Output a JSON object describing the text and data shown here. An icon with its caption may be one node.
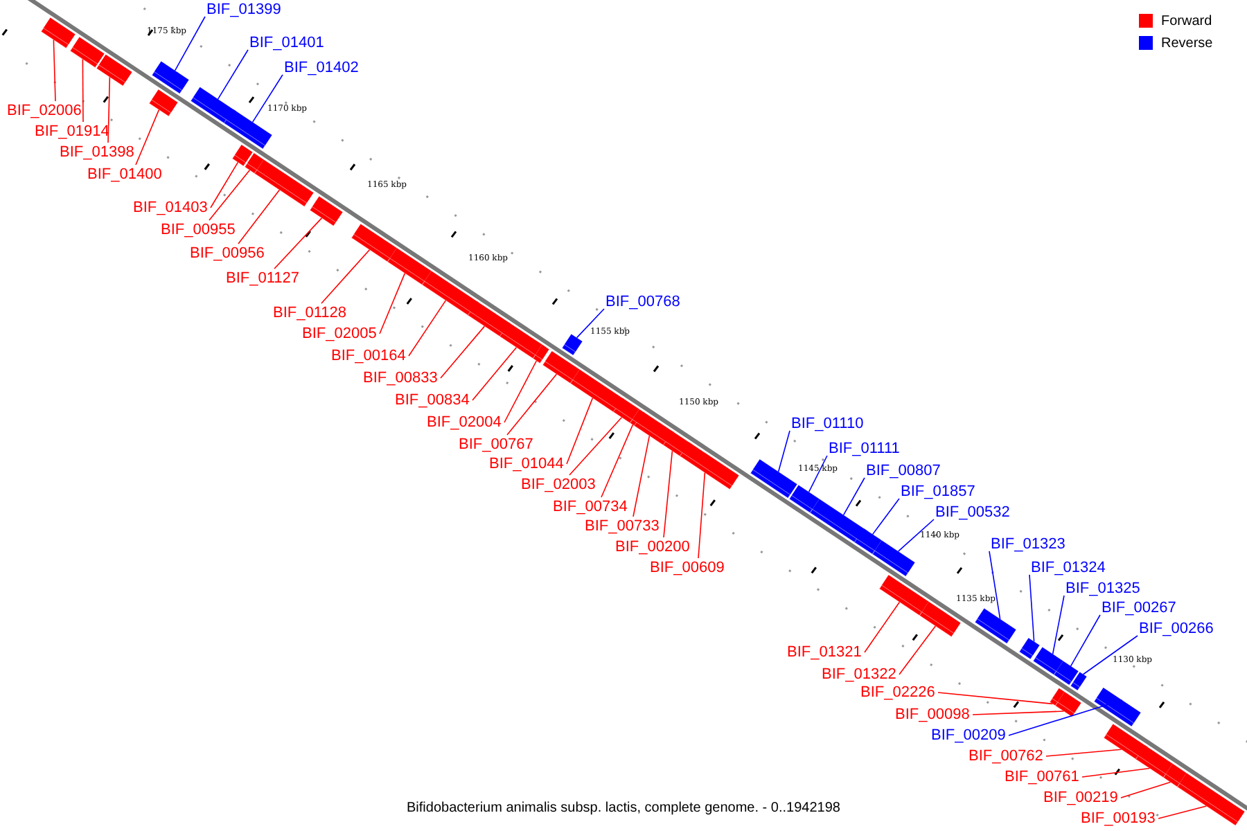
{
  "diagram": {
    "caption": "Bifidobacterium animalis subsp. lactis, complete genome. - 0..1942198",
    "nodes": [
      {
        "text": [
          "BIF_01399"
        ]
      },
      {
        "text": [
          "BIF_01401"
        ]
      },
      {
        "text": [
          "BIF_01402"
        ]
      },
      {
        "text": [
          "BIF_02006"
        ]
      },
      {
        "text": [
          "BIF_01914"
        ]
      },
      {
        "text": [
          "BIF_01398"
        ]
      },
      {
        "text": [
          "BIF_01400"
        ]
      },
      {
        "text": [
          "BIF_01403"
        ]
      },
      {
        "text": [
          "BIF_00955"
        ]
      },
      {
        "text": [
          "BIF_00956"
        ]
      },
      {
        "text": [
          "BIF_01127"
        ]
      },
      {
        "text": [
          "BIF_00768"
        ]
      },
      {
        "text": [
          "BIF_01128"
        ]
      },
      {
        "text": [
          "BIF_02005"
        ]
      },
      {
        "text": [
          "BIF_00164"
        ]
      },
      {
        "text": [
          "BIF_00833"
        ]
      },
      {
        "text": [
          "BIF_00834"
        ]
      },
      {
        "text": [
          "BIF_02004"
        ]
      },
      {
        "text": [
          "BIF_01110"
        ]
      },
      {
        "text": [
          "BIF_00767"
        ]
      },
      {
        "text": [
          "BIF_01111"
        ]
      },
      {
        "text": [
          "BIF_01044"
        ]
      },
      {
        "text": [
          "BIF_00807"
        ]
      },
      {
        "text": [
          "BIF_02003"
        ]
      },
      {
        "text": [
          "BIF_01857"
        ]
      },
      {
        "text": [
          "BIF_00734"
        ]
      },
      {
        "text": [
          "BIF_00532"
        ]
      },
      {
        "text": [
          "BIF_00733"
        ]
      },
      {
        "text": [
          "BIF_01323"
        ]
      },
      {
        "text": [
          "BIF_00200"
        ]
      },
      {
        "text": [
          "BIF_00609"
        ]
      },
      {
        "text": [
          "BIF_01324"
        ]
      },
      {
        "text": [
          "BIF_01325"
        ]
      },
      {
        "text": [
          "BIF_00267"
        ]
      },
      {
        "text": [
          "BIF_00266"
        ]
      },
      {
        "text": [
          "BIF_01321"
        ]
      },
      {
        "text": [
          "BIF_01322"
        ]
      },
      {
        "text": [
          "BIF_02226"
        ]
      },
      {
        "text": [
          "BIF_00098"
        ]
      },
      {
        "text": [
          "BIF_00209"
        ]
      },
      {
        "text": [
          "BIF_00762"
        ]
      },
      {
        "text": [
          "BIF_00761"
        ]
      },
      {
        "text": [
          "BIF_00219"
        ]
      },
      {
        "text": [
          "BIF_00193"
        ]
      },
      {
        "text": [],
        "shape": "bar"
      },
      {
        "text": [],
        "shape": "bar"
      },
      {
        "text": [],
        "shape": "bar"
      },
      {
        "text": [],
        "shape": "bar"
      },
      {
        "text": [],
        "shape": "bar"
      },
      {
        "text": [],
        "shape": "bar"
      },
      {
        "text": [],
        "shape": "bar"
      },
      {
        "text": [],
        "shape": "bar"
      },
      {
        "text": [],
        "shape": "bar"
      },
      {
        "text": [],
        "shape": "bar"
      },
      {
        "text": [],
        "shape": "bar"
      },
      {
        "text": [],
        "shape": "bar"
      },
      {
        "text": [],
        "shape": "bar"
      },
      {
        "text": [],
        "shape": "bar"
      },
      {
        "text": [],
        "shape": "bar"
      },
      {
        "text": [],
        "shape": "bar"
      },
      {
        "text": [],
        "shape": "bar"
      },
      {
        "text": [],
        "shape": "bar"
      },
      {
        "text": [],
        "shape": "bar"
      },
      {
        "text": [],
        "shape": "bar"
      },
      {
        "text": [],
        "shape": "bar"
      },
      {
        "text": [],
        "shape": "bar"
      },
      {
        "text": [],
        "shape": "bar"
      },
      {
        "text": [],
        "shape": "bar"
      },
      {
        "text": [],
        "shape": "bar"
      },
      {
        "text": [],
        "shape": "bar"
      },
      {
        "text": [],
        "shape": "bar"
      },
      {
        "text": [],
        "shape": "bar"
      },
      {
        "text": [],
        "shape": "bar"
      },
      {
        "text": [],
        "shape": "bar"
      },
      {
        "text": [],
        "shape": "bar"
      },
      {
        "text": [],
        "shape": "bar"
      },
      {
        "text": [],
        "shape": "bar"
      },
      {
        "text": [],
        "shape": "bar"
      },
      {
        "text": [],
        "shape": "bar"
      },
      {
        "text": [],
        "shape": "bar"
      },
      {
        "text": [],
        "shape": "bar"
      },
      {
        "text": [],
        "shape": "bar"
      },
      {
        "text": [],
        "shape": "bar"
      },
      {
        "text": [],
        "shape": "bar"
      },
      {
        "text": [],
        "shape": "bar"
      },
      {
        "text": [],
        "shape": "bar"
      },
      {
        "text": [],
        "shape": "bar"
      },
      {
        "text": [],
        "shape": "bar"
      }
    ],
    "edges": [
      {
        "from": 0,
        "to": 44,
        "arrow": "none",
        "color": "#0000ff"
      },
      {
        "from": 1,
        "to": 45,
        "arrow": "none",
        "color": "#0000ff"
      },
      {
        "from": 2,
        "to": 46,
        "arrow": "none",
        "color": "#0000ff"
      },
      {
        "from": 3,
        "to": 47,
        "arrow": "none"
      },
      {
        "from": 4,
        "to": 48,
        "arrow": "none"
      },
      {
        "from": 5,
        "to": 49,
        "arrow": "none"
      },
      {
        "from": 6,
        "to": 50,
        "arrow": "none"
      },
      {
        "from": 7,
        "to": 51,
        "arrow": "none"
      },
      {
        "from": 8,
        "to": 52,
        "arrow": "none"
      },
      {
        "from": 9,
        "to": 53,
        "arrow": "none"
      },
      {
        "from": 10,
        "to": 54,
        "arrow": "none"
      },
      {
        "from": 11,
        "to": 55,
        "arrow": "none",
        "color": "#0000ff"
      },
      {
        "from": 12,
        "to": 56,
        "arrow": "none"
      },
      {
        "from": 13,
        "to": 57,
        "arrow": "none"
      },
      {
        "from": 14,
        "to": 58,
        "arrow": "none"
      },
      {
        "from": 15,
        "to": 59,
        "arrow": "none"
      },
      {
        "from": 16,
        "to": 60,
        "arrow": "none"
      },
      {
        "from": 17,
        "to": 61,
        "arrow": "none"
      },
      {
        "from": 18,
        "to": 62,
        "arrow": "none",
        "color": "#0000ff"
      },
      {
        "from": 19,
        "to": 63,
        "arrow": "none"
      },
      {
        "from": 20,
        "to": 64,
        "arrow": "none",
        "color": "#0000ff"
      },
      {
        "from": 21,
        "to": 65,
        "arrow": "none"
      },
      {
        "from": 22,
        "to": 66,
        "arrow": "none",
        "color": "#0000ff"
      },
      {
        "from": 23,
        "to": 67,
        "arrow": "none"
      },
      {
        "from": 24,
        "to": 68,
        "arrow": "none",
        "color": "#0000ff"
      },
      {
        "from": 25,
        "to": 69,
        "arrow": "none"
      },
      {
        "from": 26,
        "to": 70,
        "arrow": "none",
        "color": "#0000ff"
      },
      {
        "from": 27,
        "to": 71,
        "arrow": "none"
      },
      {
        "from": 28,
        "to": 72,
        "arrow": "none",
        "color": "#0000ff"
      },
      {
        "from": 29,
        "to": 73,
        "arrow": "none"
      },
      {
        "from": 30,
        "to": 74,
        "arrow": "none"
      },
      {
        "from": 31,
        "to": 75,
        "arrow": "none",
        "color": "#0000ff"
      },
      {
        "from": 32,
        "to": 76,
        "arrow": "none",
        "color": "#0000ff"
      },
      {
        "from": 33,
        "to": 77,
        "arrow": "none",
        "color": "#0000ff"
      },
      {
        "from": 34,
        "to": 78,
        "arrow": "none",
        "color": "#0000ff"
      },
      {
        "from": 35,
        "to": 79,
        "arrow": "none"
      },
      {
        "from": 36,
        "to": 80,
        "arrow": "none"
      },
      {
        "from": 37,
        "to": 81,
        "arrow": "none"
      },
      {
        "from": 38,
        "to": 82,
        "arrow": "none"
      },
      {
        "from": 39,
        "to": 83,
        "arrow": "none",
        "color": "#0000ff"
      },
      {
        "from": 40,
        "to": 84,
        "arrow": "none"
      },
      {
        "from": 41,
        "to": 85,
        "arrow": "none"
      },
      {
        "from": 42,
        "to": 86,
        "arrow": "none"
      },
      {
        "from": 43,
        "to": 87,
        "arrow": "none"
      }
    ],
    "labels": [
      "1175 kbp",
      "1170 kbp",
      "1165 kbp",
      "1160 kbp",
      "1155 kbp",
      "1150 kbp",
      "1145 kbp",
      "1140 kbp",
      "1135 kbp",
      "1130 kbp"
    ],
    "legend": [
      {
        "text": "Forward",
        "color": "#ff0000"
      },
      {
        "text": "Reverse",
        "color": "#0000ff"
      }
    ]
  }
}
